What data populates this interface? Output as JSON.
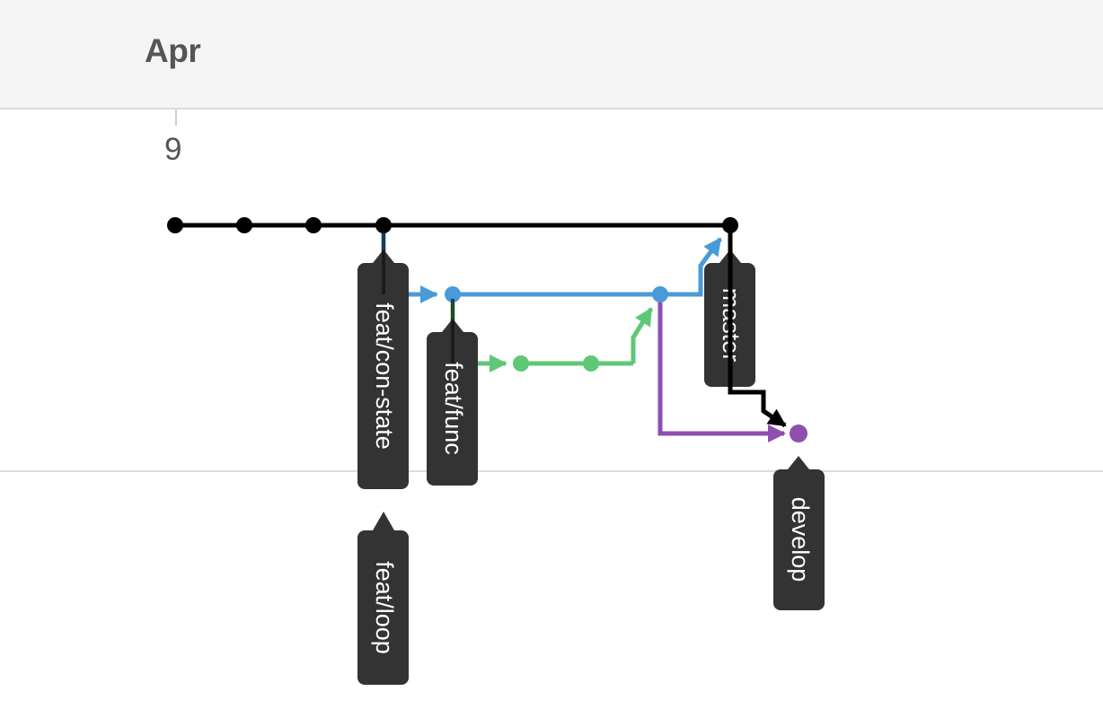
{
  "timeline": {
    "month": "Apr",
    "day": "9"
  },
  "colors": {
    "master": "#000000",
    "con_state": "#4a9ad8",
    "func": "#5ec877",
    "develop": "#8e4fb0",
    "tag_bg": "#333333",
    "tag_text": "#ffffff"
  },
  "branches": [
    {
      "id": "master",
      "label": "master",
      "color": "#000000"
    },
    {
      "id": "con_state",
      "label": "feat/con-state",
      "color": "#4a9ad8"
    },
    {
      "id": "func",
      "label": "feat/func",
      "color": "#5ec877"
    },
    {
      "id": "develop",
      "label": "develop",
      "color": "#8e4fb0"
    },
    {
      "id": "loop",
      "label": "feat/loop",
      "color": "#333333"
    }
  ]
}
